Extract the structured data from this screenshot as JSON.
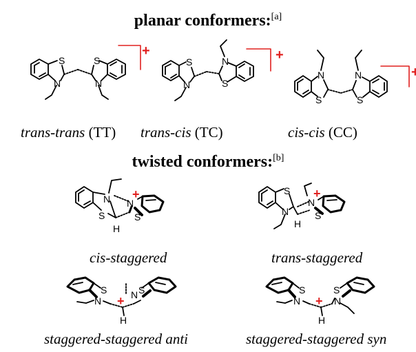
{
  "sections": {
    "planar": {
      "title": "planar conformers:",
      "note": "[a]"
    },
    "twisted": {
      "title": "twisted conformers:",
      "note": "[b]"
    }
  },
  "labels": {
    "tt": {
      "italic": "trans-trans",
      "abbr": "(TT)"
    },
    "tc": {
      "italic": "trans-cis",
      "abbr": "(TC)"
    },
    "cc": {
      "italic": "cis-cis",
      "abbr": "(CC)"
    },
    "cis_staggered": "cis-staggered",
    "trans_staggered": "trans-staggered",
    "ss_anti": "staggered-staggered anti",
    "ss_syn": "staggered-staggered syn"
  },
  "atoms": {
    "S": "S",
    "N": "N",
    "H": "H"
  },
  "charge_symbol": "+",
  "colors": {
    "charge": "#e0201f",
    "bracket": "#e0201f",
    "bond": "#000000"
  }
}
